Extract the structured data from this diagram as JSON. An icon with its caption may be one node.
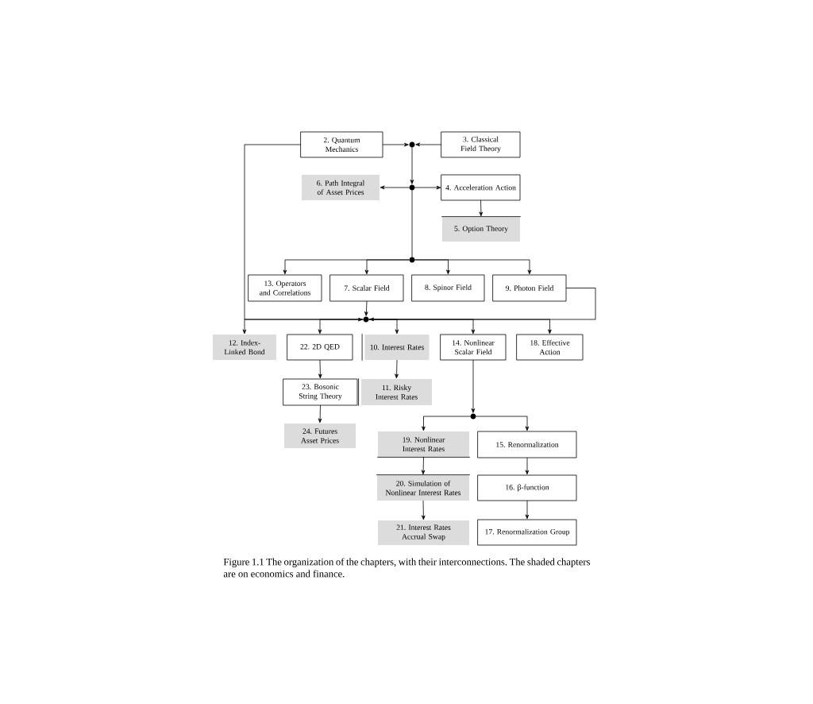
{
  "diagram": {
    "caption": "Figure 1.1 The organization of the chapters, with their interconnections. The shaded chapters are on economics and finance.",
    "nodes": [
      {
        "text": [
          "2. Quantum Mechanics"
        ]
      },
      {
        "text": [
          "3. Classical Field Theory"
        ]
      },
      {
        "text": [],
        "shape": "circle"
      },
      {
        "text": [
          "6. Path Integral of Asset Prices"
        ]
      },
      {
        "text": [],
        "shape": "circle"
      },
      {
        "text": [
          "4. Acceleration Action"
        ]
      },
      {
        "text": [
          "5. Option Theory"
        ]
      },
      {
        "text": [],
        "shape": "circle"
      },
      {
        "text": [
          "13. Operators and Correlations"
        ]
      },
      {
        "text": [
          "7. Scalar Field"
        ]
      },
      {
        "text": [
          "8. Spinor Field"
        ]
      },
      {
        "text": [
          "9. Photon Field"
        ]
      },
      {
        "text": [],
        "shape": "circle"
      },
      {
        "text": [
          "12. Index-Linked Bond"
        ]
      },
      {
        "text": [
          "22. 2D QED"
        ]
      },
      {
        "text": [
          "10. Interest Rates"
        ]
      },
      {
        "text": [
          "14. Nonlinear Scalar Field"
        ]
      },
      {
        "text": [
          "18. Effective Action"
        ]
      },
      {
        "text": [
          "23. Bosonic String Theory"
        ]
      },
      {
        "text": [
          "11. Risky Interest Rates"
        ]
      },
      {
        "text": [
          "24. Futures Asset Prices"
        ]
      },
      {
        "text": [],
        "shape": "circle"
      },
      {
        "text": [
          "19. Nonlinear Interest Rates"
        ]
      },
      {
        "text": [
          "15. Renormalization"
        ]
      },
      {
        "text": [
          "20. Simulation of Nonlinear Interest Rates"
        ]
      },
      {
        "text": [
          "16. β-function"
        ]
      },
      {
        "text": [
          "21. Interest Rates Accrual Swap"
        ]
      },
      {
        "text": [
          "17. Renormalization Group"
        ]
      }
    ],
    "edges": [
      {
        "from": 0,
        "to": 2,
        "arrow": "to"
      },
      {
        "from": 1,
        "to": 2,
        "arrow": "to"
      },
      {
        "from": 2,
        "to": 4,
        "arrow": "to"
      },
      {
        "from": 4,
        "to": 3,
        "arrow": "to"
      },
      {
        "from": 4,
        "to": 5,
        "arrow": "to"
      },
      {
        "from": 5,
        "to": 6,
        "arrow": "to"
      },
      {
        "from": 4,
        "to": 7,
        "arrow": "none"
      },
      {
        "from": 7,
        "to": 8,
        "arrow": "to"
      },
      {
        "from": 7,
        "to": 9,
        "arrow": "to"
      },
      {
        "from": 7,
        "to": 10,
        "arrow": "to"
      },
      {
        "from": 7,
        "to": 11,
        "arrow": "to"
      },
      {
        "from": 0,
        "to": 12,
        "arrow": "to"
      },
      {
        "from": 9,
        "to": 12,
        "arrow": "to"
      },
      {
        "from": 11,
        "to": 12,
        "arrow": "to"
      },
      {
        "from": 12,
        "to": 13,
        "arrow": "to"
      },
      {
        "from": 12,
        "to": 14,
        "arrow": "to"
      },
      {
        "from": 12,
        "to": 15,
        "arrow": "to"
      },
      {
        "from": 12,
        "to": 16,
        "arrow": "to"
      },
      {
        "from": 12,
        "to": 17,
        "arrow": "to"
      },
      {
        "from": 14,
        "to": 18,
        "arrow": "to"
      },
      {
        "from": 18,
        "to": 20,
        "arrow": "to"
      },
      {
        "from": 15,
        "to": 19,
        "arrow": "to"
      },
      {
        "from": 16,
        "to": 21,
        "arrow": "to"
      },
      {
        "from": 21,
        "to": 22,
        "arrow": "to"
      },
      {
        "from": 21,
        "to": 23,
        "arrow": "to"
      },
      {
        "from": 22,
        "to": 24,
        "arrow": "to"
      },
      {
        "from": 24,
        "to": 26,
        "arrow": "to"
      },
      {
        "from": 23,
        "to": 25,
        "arrow": "to"
      },
      {
        "from": 25,
        "to": 27,
        "arrow": "to"
      }
    ]
  }
}
